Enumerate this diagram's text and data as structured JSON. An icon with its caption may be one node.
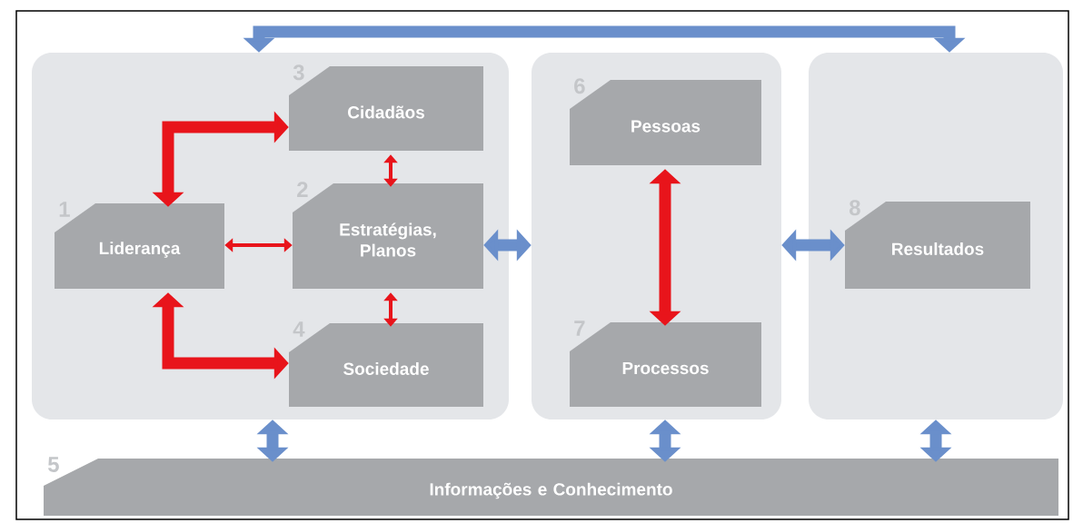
{
  "diagram": {
    "nodes": [
      {
        "text": [],
        "shape": "box"
      },
      {
        "text": [
          "Liderança"
        ],
        "beside": [
          "1"
        ],
        "in": 0
      },
      {
        "text": [
          "Cidadãos"
        ],
        "beside": [
          "3"
        ],
        "in": 0
      },
      {
        "text": [
          "Estratégias, Planos"
        ],
        "beside": [
          "2"
        ],
        "in": 0
      },
      {
        "text": [
          "Sociedade"
        ],
        "beside": [
          "4"
        ],
        "in": 0
      },
      {
        "text": [],
        "shape": "box"
      },
      {
        "text": [
          "Pessoas"
        ],
        "beside": [
          "6"
        ],
        "in": 5
      },
      {
        "text": [
          "Processos"
        ],
        "beside": [
          "7"
        ],
        "in": 5
      },
      {
        "text": [],
        "shape": "box"
      },
      {
        "text": [
          "Resultados"
        ],
        "beside": [
          "8"
        ],
        "in": 8
      },
      {
        "text": [
          "Informações e Conhecimento"
        ],
        "beside": [
          "5"
        ]
      }
    ],
    "edges": [
      {
        "from": 0,
        "to": 8,
        "arrow": "both",
        "color": "#6a8fcb"
      },
      {
        "from": 1,
        "to": 2,
        "arrow": "both",
        "color": "#e8141b"
      },
      {
        "from": 1,
        "to": 4,
        "arrow": "both",
        "color": "#e8141b"
      },
      {
        "from": 1,
        "to": 3,
        "arrow": "both",
        "color": "#e8141b"
      },
      {
        "from": 2,
        "to": 3,
        "arrow": "both",
        "color": "#e8141b"
      },
      {
        "from": 3,
        "to": 4,
        "arrow": "both",
        "color": "#e8141b"
      },
      {
        "from": 3,
        "to": 5,
        "arrow": "both",
        "color": "#6a8fcb"
      },
      {
        "from": 6,
        "to": 7,
        "arrow": "both",
        "color": "#e8141b"
      },
      {
        "from": 5,
        "to": 9,
        "arrow": "both",
        "color": "#6a8fcb"
      },
      {
        "from": 0,
        "to": 10,
        "arrow": "both",
        "color": "#6a8fcb"
      },
      {
        "from": 5,
        "to": 10,
        "arrow": "both",
        "color": "#6a8fcb"
      },
      {
        "from": 8,
        "to": 10,
        "arrow": "both",
        "color": "#6a8fcb"
      }
    ]
  }
}
